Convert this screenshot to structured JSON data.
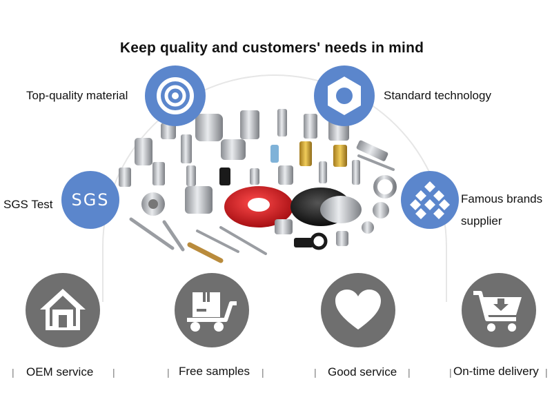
{
  "header": {
    "title": "Keep quality and customers' needs in mind"
  },
  "features": {
    "top_left": "Top-quality material",
    "top_right": "Standard technology",
    "mid_left": "SGS Test",
    "sgs_badge_text": "SGS",
    "mid_right_line1": "Famous brands",
    "mid_right_line2": "supplier"
  },
  "services": {
    "items": [
      {
        "label": "OEM service",
        "icon": "house-icon"
      },
      {
        "label": "Free samples",
        "icon": "package-trolley-icon"
      },
      {
        "label": "Good service",
        "icon": "heart-icon"
      },
      {
        "label": "On-time delivery",
        "icon": "shopping-cart-icon"
      }
    ],
    "separator": "|"
  },
  "colors": {
    "badge_blue": "#5b86cc",
    "service_gray": "#6f6f6f",
    "accent_red": "#c0161b"
  }
}
